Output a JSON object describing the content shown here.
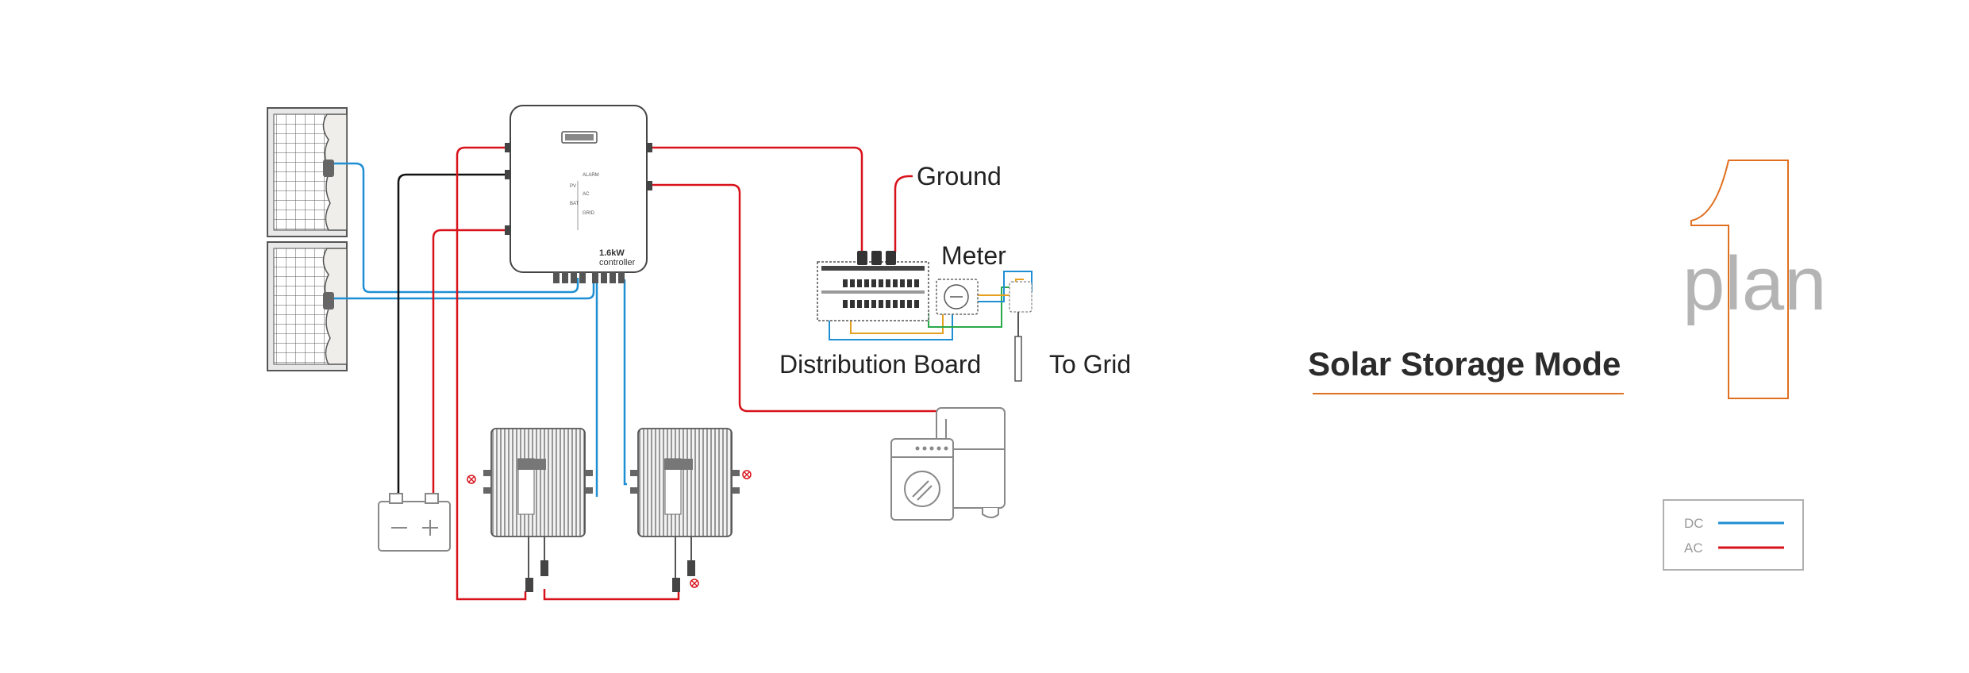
{
  "labels": {
    "ground": "Ground",
    "meter": "Meter",
    "distribution_board": "Distribution Board",
    "to_grid": "To Grid"
  },
  "title": "Solar Storage Mode",
  "plan": {
    "number": "1",
    "word": "plan"
  },
  "legend": {
    "items": [
      {
        "label": "DC",
        "color": "#1f8fd4"
      },
      {
        "label": "AC",
        "color": "#d8121a"
      }
    ]
  },
  "device": {
    "controller_rating": "1.6kW",
    "controller_name": "controller"
  },
  "colors": {
    "dc": "#1f8fd4",
    "ac": "#d8121a",
    "accent": "#e07020",
    "wire_black": "#111111",
    "outline": "#888888"
  }
}
